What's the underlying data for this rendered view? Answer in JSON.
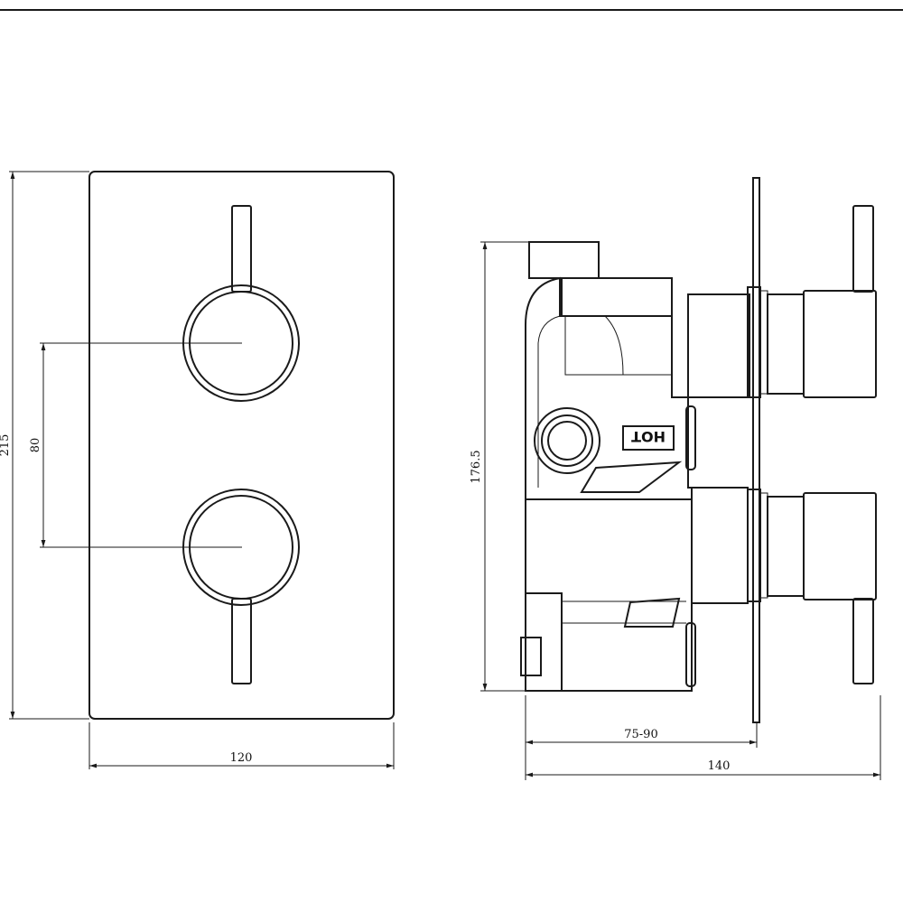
{
  "dimensions": {
    "front_height": "215",
    "front_width": "120",
    "handle_spacing": "80",
    "side_height": "176.5",
    "wall_depth": "75-90",
    "total_depth": "140"
  },
  "labels": {
    "hot": "HOT"
  }
}
